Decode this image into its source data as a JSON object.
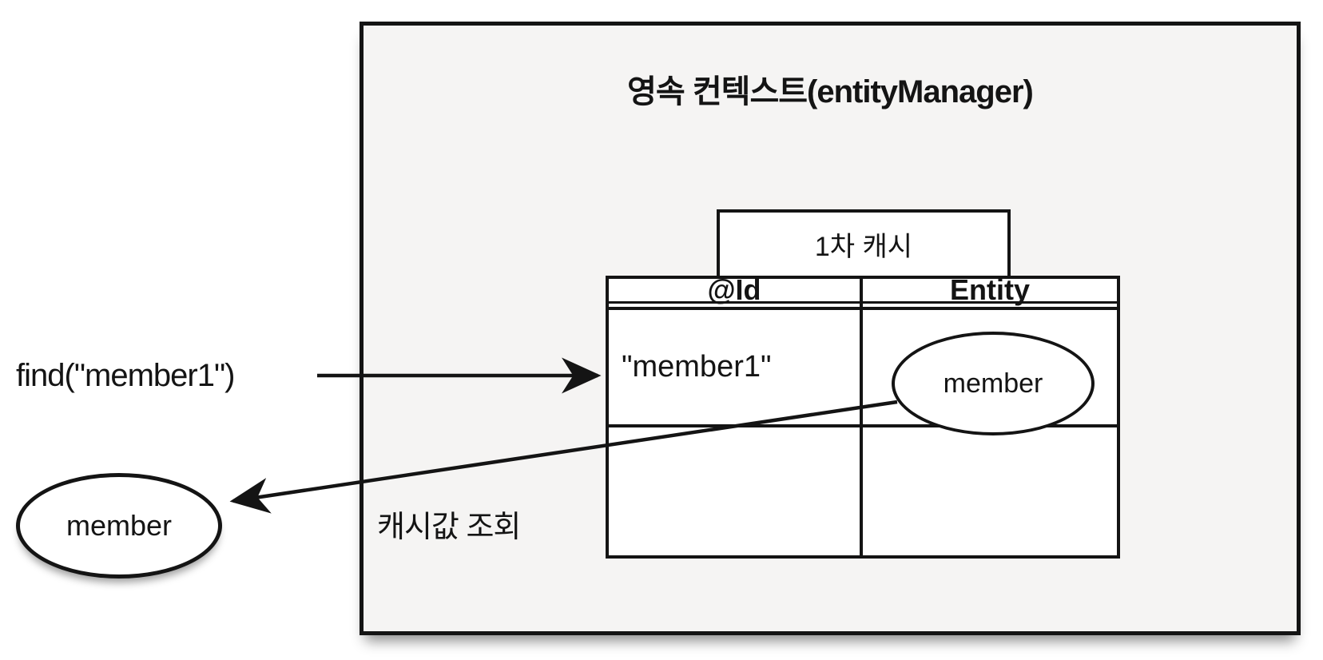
{
  "colors": {
    "ink": "#141414",
    "box_fill": "#f5f4f3",
    "cell_fill": "#ffffff"
  },
  "persistence_context": {
    "title": "영속 컨텍스트(entityManager)",
    "cache_label": "1차 캐시",
    "cache_lookup_note": "캐시값 조회",
    "table": {
      "columns": [
        "@Id",
        "Entity"
      ],
      "rows": [
        {
          "id": "\"member1\"",
          "entity": "member"
        },
        {
          "id": "",
          "entity": ""
        }
      ]
    }
  },
  "caller": {
    "find_call": "find(\"member1\")",
    "result_label": "member"
  }
}
